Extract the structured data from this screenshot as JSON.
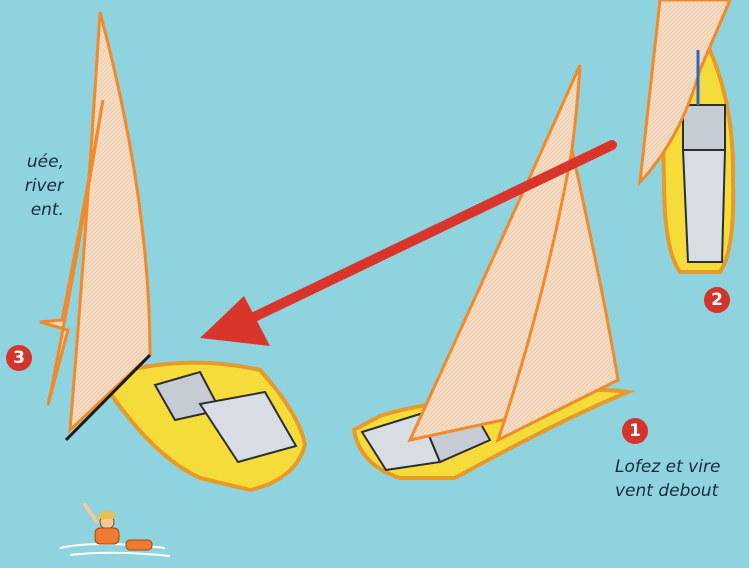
{
  "captions": {
    "left_fragment": [
      "uée,",
      "river",
      "ent."
    ],
    "right_fragment": [
      "Lofez et vire",
      "vent debout"
    ]
  },
  "markers": {
    "step1": "1",
    "step2": "2",
    "step3": "3"
  },
  "colors": {
    "water": "#8fd3df",
    "hull": "#f6dc3a",
    "hull_outline": "#e59a2a",
    "sail": "#f4dcc4",
    "sail_outline": "#f08a2a",
    "deck": "#d7dde3",
    "arrow": "#d9352b",
    "marker": "#d2352b"
  },
  "icons": {
    "arrow": "direction-arrow",
    "person": "man-overboard-icon"
  }
}
